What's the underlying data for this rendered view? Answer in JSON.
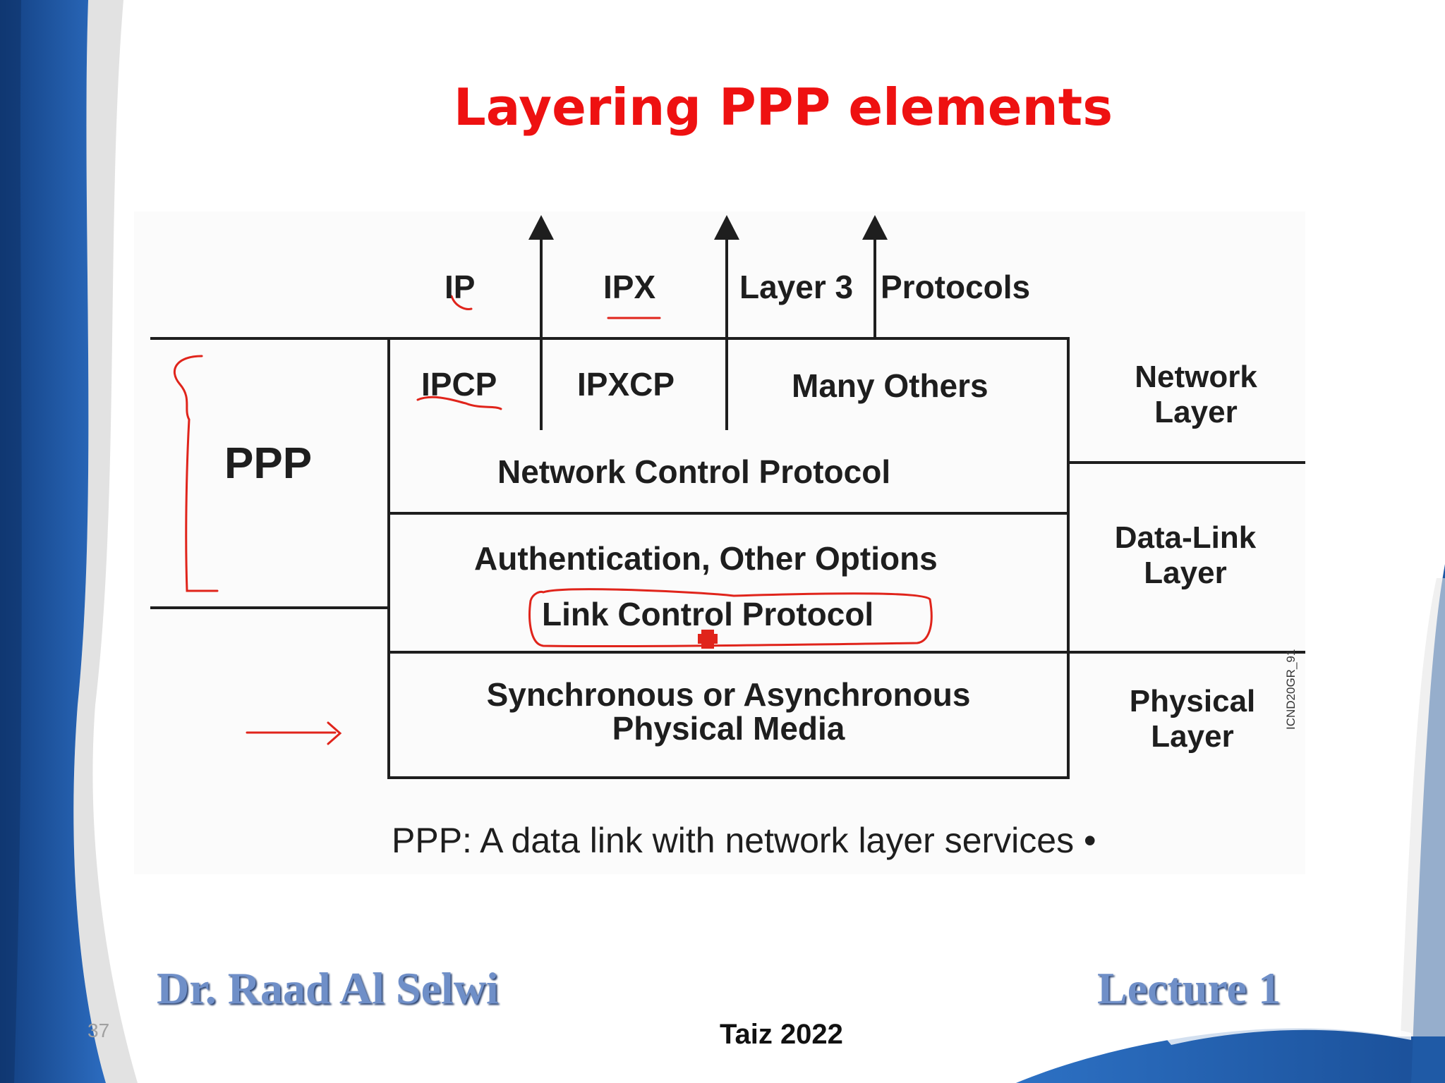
{
  "slide": {
    "title": "Layering PPP elements",
    "page_number": "37",
    "author": "Dr. Raad Al Selwi",
    "lecture": "Lecture 1",
    "place_year": "Taiz 2022",
    "caption": "PPP: A data link with network layer services •",
    "colors": {
      "title": "#ee1111",
      "footer_text": "#6f8fc8",
      "theme_blue": "#1f5aa6",
      "annotation": "#e0241b"
    }
  },
  "diagram": {
    "protocols_top": {
      "ip": "IP",
      "ipx": "IPX",
      "layer3": "Layer 3",
      "protocols": "Protocols"
    },
    "ppp_label": "PPP",
    "ncp_row": {
      "ipcp": "IPCP",
      "ipxcp": "IPXCP",
      "others": "Many Others",
      "ncp": "Network Control Protocol"
    },
    "lcp_row": {
      "auth": "Authentication, Other Options",
      "lcp": "Link Control Protocol"
    },
    "phys_row": {
      "line1": "Synchronous or Asynchronous",
      "line2": "Physical Media"
    },
    "osi_layers": {
      "network": [
        "Network",
        "Layer"
      ],
      "datalink": [
        "Data-Link",
        "Layer"
      ],
      "physical": [
        "Physical",
        "Layer"
      ]
    },
    "figure_code": "ICND20GR_91"
  }
}
